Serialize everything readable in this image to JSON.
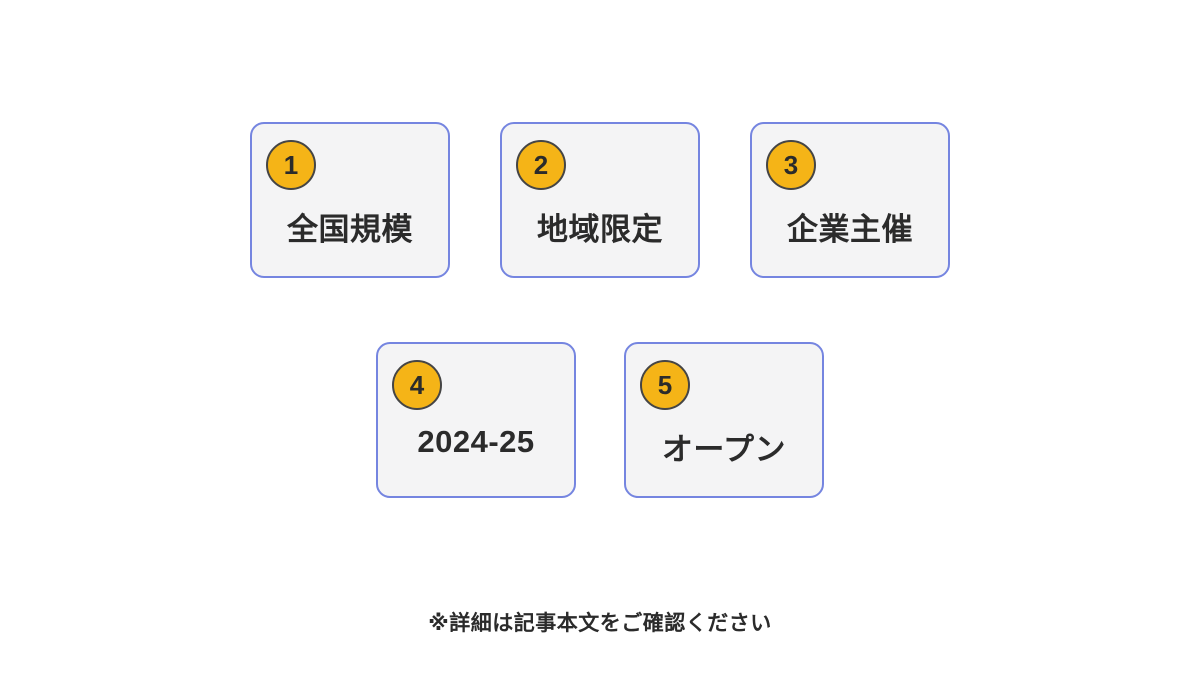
{
  "cards": [
    {
      "number": "1",
      "label": "全国規模"
    },
    {
      "number": "2",
      "label": "地域限定"
    },
    {
      "number": "3",
      "label": "企業主催"
    },
    {
      "number": "4",
      "label": "2024-25"
    },
    {
      "number": "5",
      "label": "オープン"
    }
  ],
  "footnote": "※詳細は記事本文をご確認ください",
  "colors": {
    "page_bg": "#ffffff",
    "card_bg": "#f4f4f5",
    "card_border": "#7585e0",
    "badge_bg": "#f5b417",
    "badge_border": "#454545",
    "text": "#2b2b2b"
  }
}
